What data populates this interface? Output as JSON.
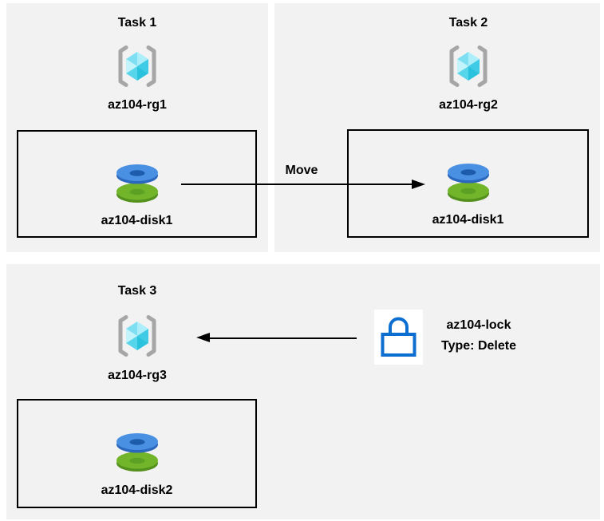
{
  "tasks": [
    {
      "title": "Task 1",
      "resource_group": "az104-rg1",
      "disk": "az104-disk1"
    },
    {
      "title": "Task 2",
      "resource_group": "az104-rg2",
      "disk": "az104-disk1"
    },
    {
      "title": "Task 3",
      "resource_group": "az104-rg3",
      "disk": "az104-disk2"
    }
  ],
  "move_arrow": {
    "label": "Move"
  },
  "lock": {
    "name": "az104-lock",
    "type": "Type: Delete",
    "icon": "lock-icon"
  },
  "icons": {
    "resource_group": "resource-group-icon",
    "disk": "disk-icon",
    "lock": "lock-icon"
  },
  "colors": {
    "panel_bg": "#f2f2f2",
    "box_border": "#000000",
    "bracket_gray": "#a6a6a6",
    "cube_cyan_light": "#c4f4fb",
    "cube_cyan_dark": "#2bc2dd",
    "disk_blue": "#4a90e2",
    "disk_blue_side": "#2a67bd",
    "disk_blue_hole": "#1c5cab",
    "disk_green": "#72b52b",
    "disk_green_side": "#53901d",
    "disk_green_hole": "#5ca124",
    "lock_blue": "#0b6ed0",
    "arrow_black": "#000000"
  }
}
